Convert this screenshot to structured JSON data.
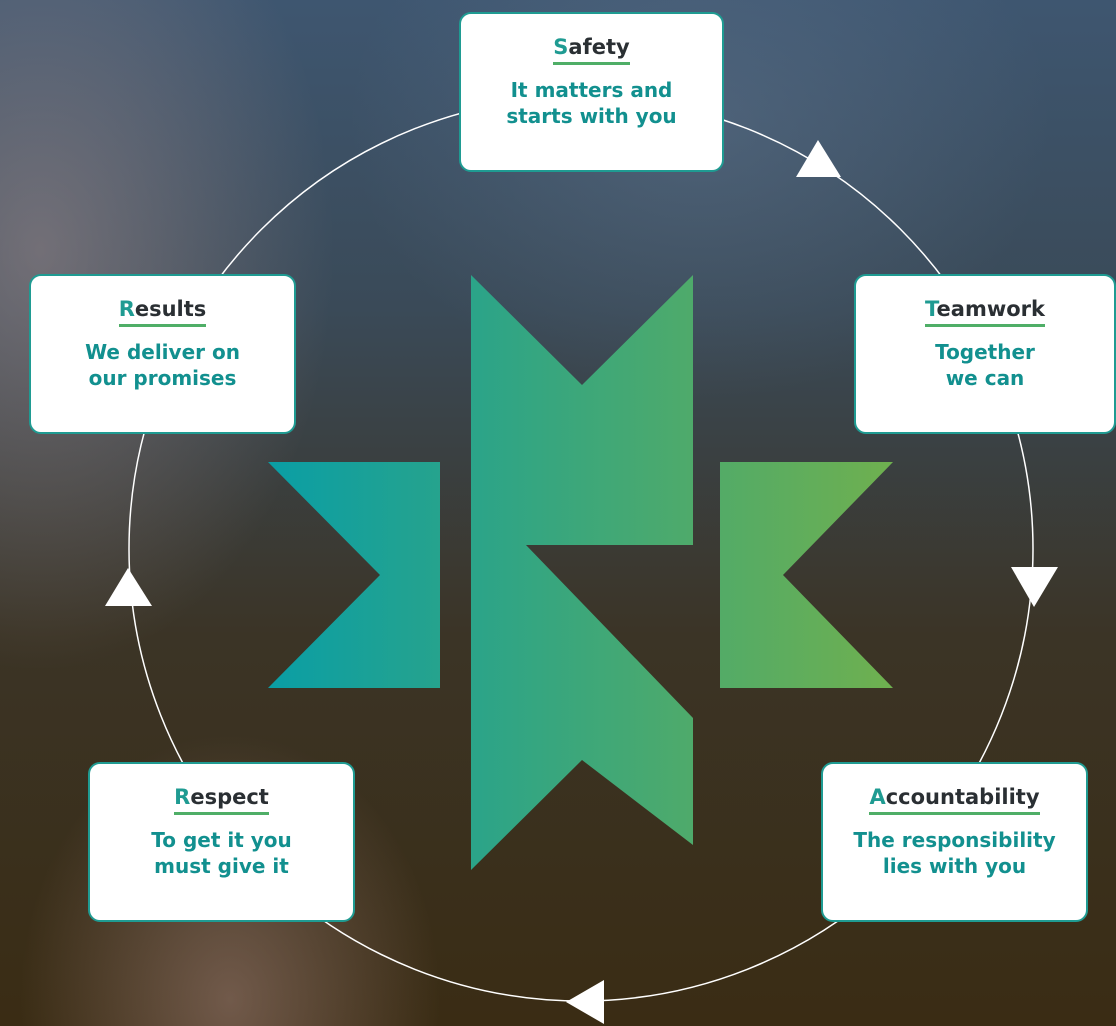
{
  "values": [
    {
      "id": "safety",
      "initial": "S",
      "rest": "afety",
      "tagline": "It matters and\nstarts with you"
    },
    {
      "id": "teamwork",
      "initial": "T",
      "rest": "eamwork",
      "tagline": "Together\nwe can"
    },
    {
      "id": "accountability",
      "initial": "A",
      "rest": "ccountability",
      "tagline": "The responsibility\nlies with you"
    },
    {
      "id": "respect",
      "initial": "R",
      "rest": "espect",
      "tagline": "To get it you\nmust give it"
    },
    {
      "id": "results",
      "initial": "R",
      "rest": "esults",
      "tagline": "We deliver on\nour promises"
    }
  ],
  "colors": {
    "logo_gradient_start": "#0a9ea5",
    "logo_gradient_end": "#6fb04f",
    "card_border": "#1f9b92",
    "initial_letter": "#1f9b92",
    "title_underline": "#4fae67",
    "tagline_text": "#12908f",
    "cycle_line": "#ffffff"
  },
  "icons": {
    "logo": "chevron-star-logo-icon",
    "arrows": "triangle-arrow-icon"
  }
}
